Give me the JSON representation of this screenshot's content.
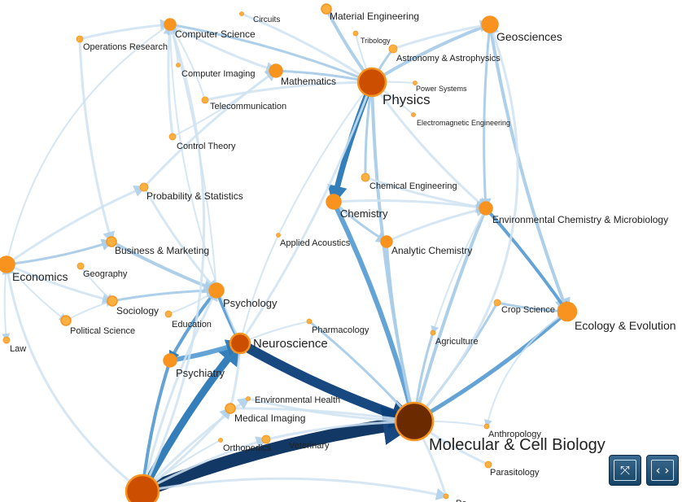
{
  "nodes": [
    {
      "id": "circuits",
      "label": "Circuits"
    },
    {
      "id": "material-engineering",
      "label": "Material Engineering"
    },
    {
      "id": "geosciences",
      "label": "Geosciences"
    },
    {
      "id": "computer-science",
      "label": "Computer Science"
    },
    {
      "id": "operations-research",
      "label": "Operations Research"
    },
    {
      "id": "tribology",
      "label": "Tribology"
    },
    {
      "id": "astronomy",
      "label": "Astronomy & Astrophysics"
    },
    {
      "id": "computer-imaging",
      "label": "Computer Imaging"
    },
    {
      "id": "mathematics",
      "label": "Mathematics"
    },
    {
      "id": "physics",
      "label": "Physics"
    },
    {
      "id": "power-systems",
      "label": "Power Systems"
    },
    {
      "id": "telecommunication",
      "label": "Telecommunication"
    },
    {
      "id": "electromagnetic-engineering",
      "label": "Electromagnetic Engineering"
    },
    {
      "id": "control-theory",
      "label": "Control Theory"
    },
    {
      "id": "chemical-engineering",
      "label": "Chemical Engineering"
    },
    {
      "id": "probability-statistics",
      "label": "Probability & Statistics"
    },
    {
      "id": "chemistry",
      "label": "Chemistry"
    },
    {
      "id": "environmental-chemistry",
      "label": "Environmental Chemistry & Microbiology"
    },
    {
      "id": "applied-acoustics",
      "label": "Applied Acoustics"
    },
    {
      "id": "business-marketing",
      "label": "Business & Marketing"
    },
    {
      "id": "analytic-chemistry",
      "label": "Analytic Chemistry"
    },
    {
      "id": "economics",
      "label": "Economics"
    },
    {
      "id": "geography",
      "label": "Geography"
    },
    {
      "id": "psychology",
      "label": "Psychology"
    },
    {
      "id": "crop-science",
      "label": "Crop Science"
    },
    {
      "id": "sociology",
      "label": "Sociology"
    },
    {
      "id": "ecology-evolution",
      "label": "Ecology & Evolution"
    },
    {
      "id": "education",
      "label": "Education"
    },
    {
      "id": "political-science",
      "label": "Political Science"
    },
    {
      "id": "pharmacology",
      "label": "Pharmacology"
    },
    {
      "id": "law",
      "label": "Law"
    },
    {
      "id": "neuroscience",
      "label": "Neuroscience"
    },
    {
      "id": "agriculture",
      "label": "Agriculture"
    },
    {
      "id": "psychiatry",
      "label": "Psychiatry"
    },
    {
      "id": "environmental-health",
      "label": "Environmental Health"
    },
    {
      "id": "medical-imaging",
      "label": "Medical Imaging"
    },
    {
      "id": "molecular-cell-biology",
      "label": "Molecular & Cell Biology"
    },
    {
      "id": "anthropology",
      "label": "Anthropology"
    },
    {
      "id": "orthopedics",
      "label": "Orthopedics"
    },
    {
      "id": "veterinary",
      "label": "Veterinary"
    },
    {
      "id": "parasitology",
      "label": "Parasitology"
    },
    {
      "id": "medicine",
      "label": ""
    },
    {
      "id": "partial-bottom",
      "label": "Pe..."
    }
  ],
  "colors": {
    "node_small": "#fbb040",
    "node_medium": "#f7931e",
    "node_large": "#cc4e00",
    "node_hub": "#6b2a00",
    "node_stroke": "#f7931e",
    "edge_faint": "#cfe3f2",
    "edge_light": "#a9cde8",
    "edge_medium": "#5b9fd3",
    "edge_strong": "#2a78b7",
    "edge_dark": "#0b3f7a",
    "edge_darkest": "#062e5e"
  },
  "controls": {
    "fit_icon": "fit-to-screen-icon",
    "pan_icon": "left-right-arrows-icon"
  }
}
